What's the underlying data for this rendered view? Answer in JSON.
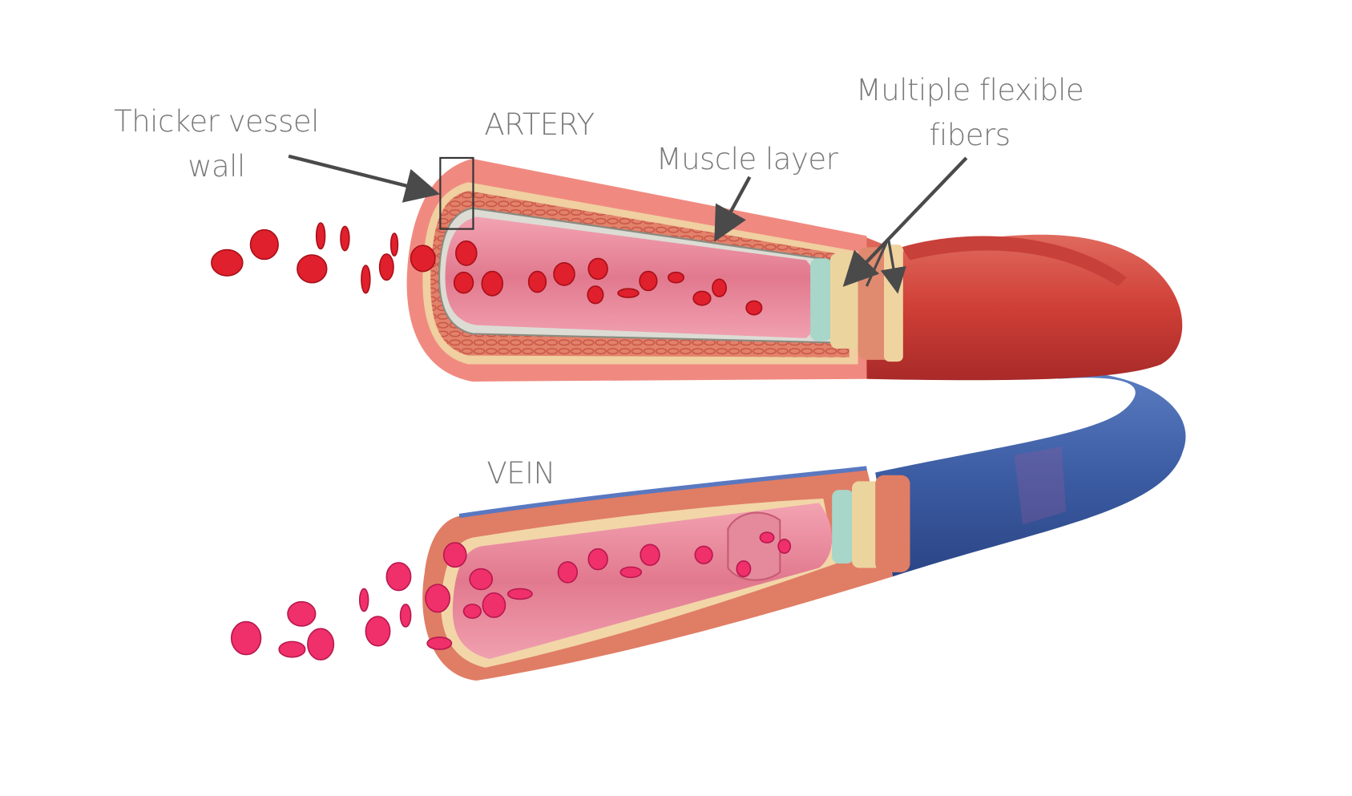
{
  "labels": {
    "thicker_wall": [
      "Thicker vessel",
      "wall"
    ],
    "artery": "ARTERY",
    "muscle_layer": "Muscle layer",
    "flexible_fibers": [
      "Multiple flexible",
      "fibers"
    ],
    "vein": "VEIN"
  },
  "colors": {
    "artery_red": "#d2453d",
    "vein_blue": "#3e5fa6",
    "lumen_pink": "#e88a9c",
    "blood_cell_artery": "#e0202c",
    "blood_cell_vein": "#f0306a",
    "label_gray": "#7a7a7a",
    "arrow_dark": "#4a4a4a"
  }
}
